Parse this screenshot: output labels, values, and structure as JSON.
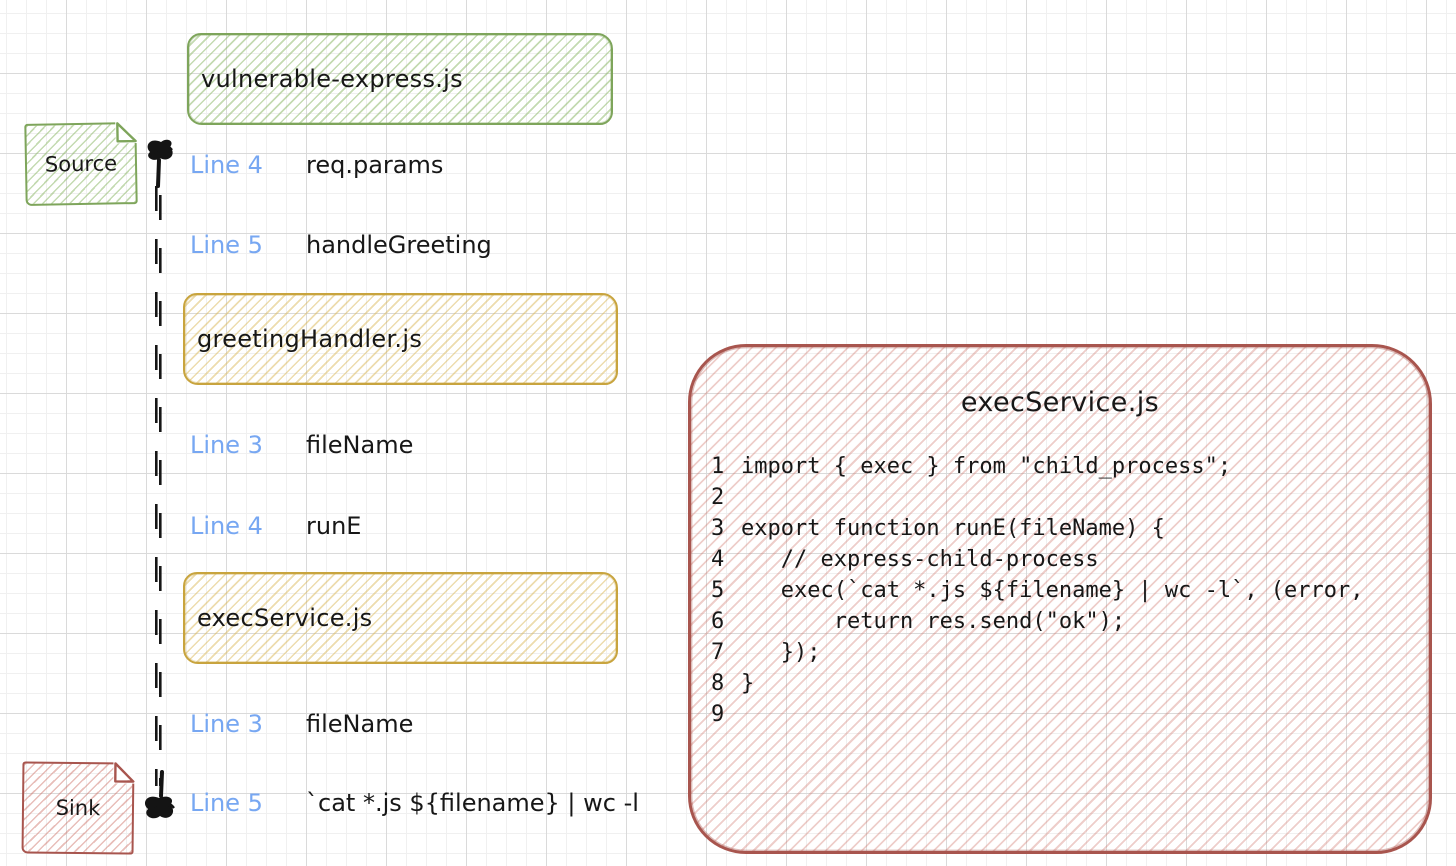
{
  "palette": {
    "ink": "#171717",
    "line_ref_blue": "#77a7f2",
    "source_green": "#7ea55b",
    "file_yellow": "#c8a43e",
    "sink_red": "#a8554e",
    "grid_minor": "#f0f0f0",
    "grid_major": "#dadada"
  },
  "flow": {
    "source_label": "Source",
    "sink_label": "Sink",
    "files": [
      {
        "label": "vulnerable-express.js",
        "color": "green"
      },
      {
        "label": "greetingHandler.js",
        "color": "yellow"
      },
      {
        "label": "execService.js",
        "color": "yellow"
      }
    ],
    "steps": [
      {
        "line_ref": "Line 4",
        "value": "req.params"
      },
      {
        "line_ref": "Line 5",
        "value": "handleGreeting"
      },
      {
        "line_ref": "Line 3",
        "value": "fileName"
      },
      {
        "line_ref": "Line 4",
        "value": "runE"
      },
      {
        "line_ref": "Line 3",
        "value": "fileName"
      },
      {
        "line_ref": "Line 5",
        "value": "`cat *.js ${filename} | wc -l"
      }
    ]
  },
  "code_panel": {
    "title": "execService.js",
    "lines": [
      {
        "num": "1",
        "text": "import { exec } from \"child_process\";"
      },
      {
        "num": "2",
        "text": ""
      },
      {
        "num": "3",
        "text": "export function runE(fileName) {"
      },
      {
        "num": "4",
        "text": "   // express-child-process"
      },
      {
        "num": "5",
        "text": "   exec(`cat *.js ${filename} | wc -l`, (error,"
      },
      {
        "num": "6",
        "text": "       return res.send(\"ok\");"
      },
      {
        "num": "7",
        "text": "   });"
      },
      {
        "num": "8",
        "text": "}"
      },
      {
        "num": "9",
        "text": ""
      }
    ]
  }
}
